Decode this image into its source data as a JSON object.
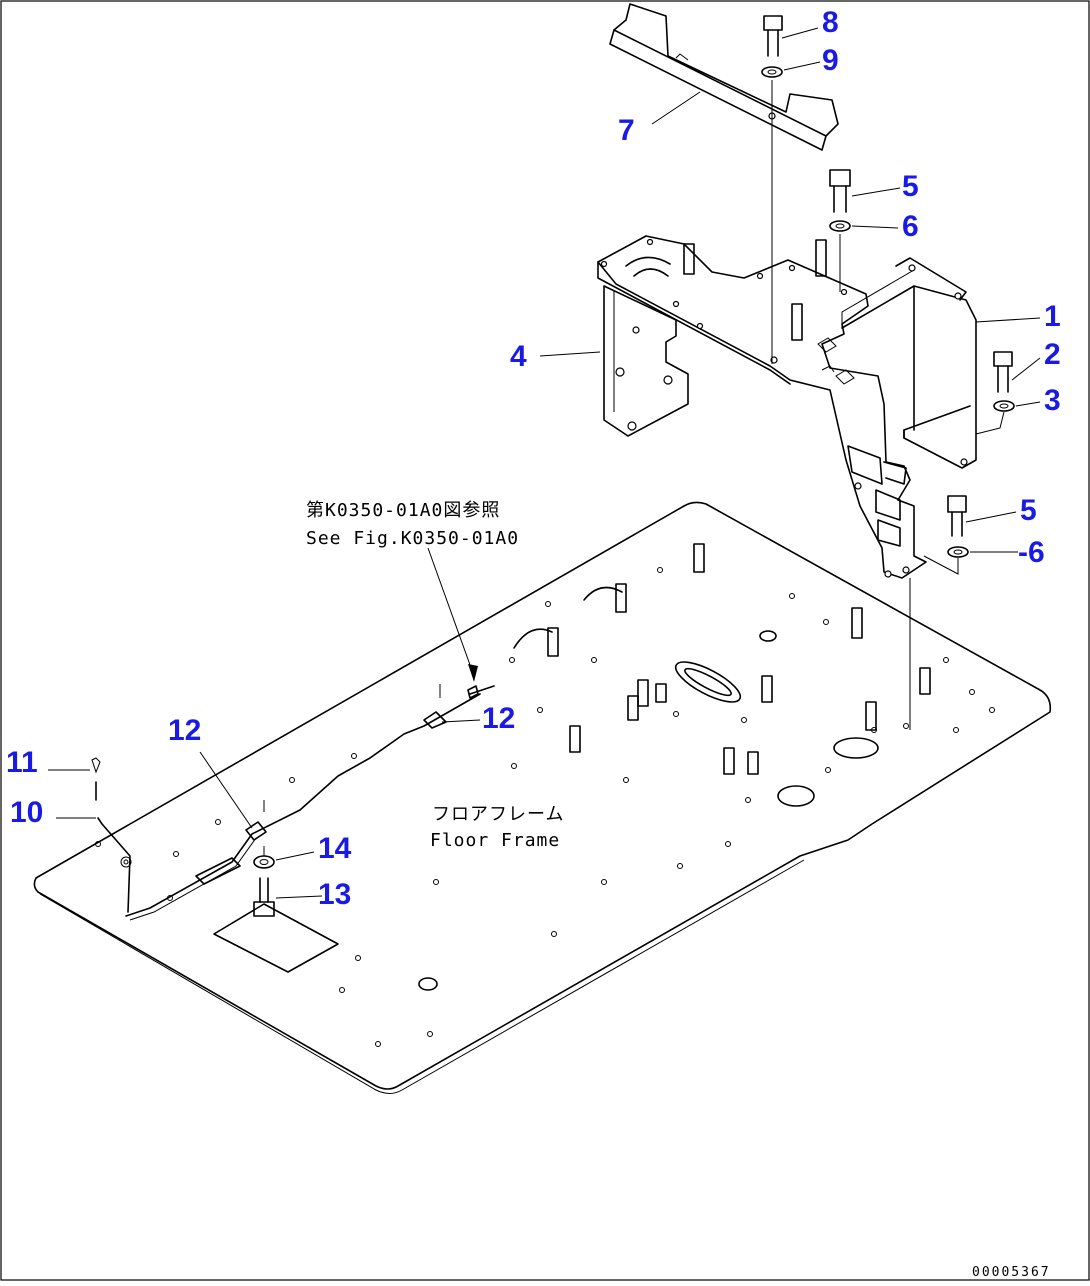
{
  "diagram": {
    "callouts": [
      {
        "id": "c8",
        "label": "8"
      },
      {
        "id": "c9",
        "label": "9"
      },
      {
        "id": "c7",
        "label": "7"
      },
      {
        "id": "c5a",
        "label": "5"
      },
      {
        "id": "c6a",
        "label": "6"
      },
      {
        "id": "c1",
        "label": "1"
      },
      {
        "id": "c2",
        "label": "2"
      },
      {
        "id": "c3",
        "label": "3"
      },
      {
        "id": "c4",
        "label": "4"
      },
      {
        "id": "c5b",
        "label": "5"
      },
      {
        "id": "c6b",
        "label": "-6"
      },
      {
        "id": "c12a",
        "label": "12"
      },
      {
        "id": "c12b",
        "label": "12"
      },
      {
        "id": "c11",
        "label": "11"
      },
      {
        "id": "c10",
        "label": "10"
      },
      {
        "id": "c14",
        "label": "14"
      },
      {
        "id": "c13",
        "label": "13"
      }
    ],
    "reference_note": {
      "japanese": "第K0350-01A0図参照",
      "english": "See Fig.K0350-01A0"
    },
    "floor_label": {
      "japanese": "フロアフレーム",
      "english": "Floor Frame"
    },
    "document_number": "00005367"
  }
}
